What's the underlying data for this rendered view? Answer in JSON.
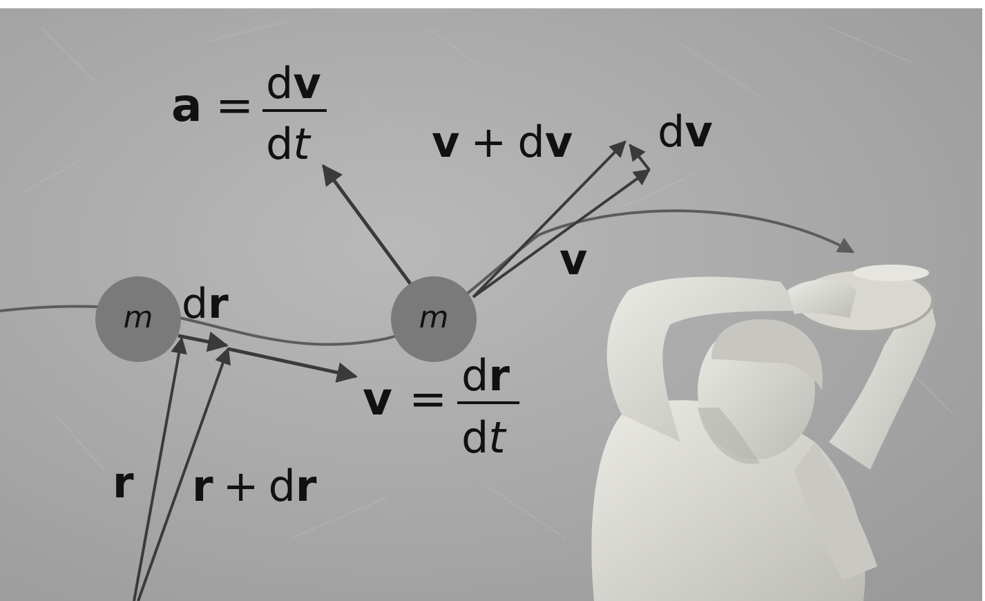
{
  "diagram": {
    "bodies": [
      {
        "id": "mass-1",
        "label": "m"
      },
      {
        "id": "mass-2",
        "label": "m"
      }
    ],
    "labels": {
      "dr": {
        "d": "d",
        "r": "r"
      },
      "r": "r",
      "r_plus_dr": {
        "r": "r",
        "plus": "+",
        "d": "d",
        "r2": "r"
      },
      "v": "v",
      "v_plus_dv": {
        "v": "v",
        "plus": "+",
        "d": "d",
        "v2": "v"
      },
      "dv": {
        "d": "d",
        "v": "v"
      },
      "accel_eq": {
        "lhs": "a",
        "eq": "=",
        "num_d": "d",
        "num_v": "v",
        "den_d": "d",
        "den_t": "t"
      },
      "vel_eq": {
        "lhs": "v",
        "eq": "=",
        "num_d": "d",
        "num_r": "r",
        "den_d": "d",
        "den_t": "t"
      }
    },
    "colors": {
      "background": "#a9a9a9",
      "body_fill": "#7a7a7a",
      "arrow": "#3a3a3a",
      "path": "#5c5c5c",
      "text": "#111111",
      "statue": "#dcdbd6"
    },
    "statue": {
      "icon": "discus-thrower-statue"
    }
  }
}
